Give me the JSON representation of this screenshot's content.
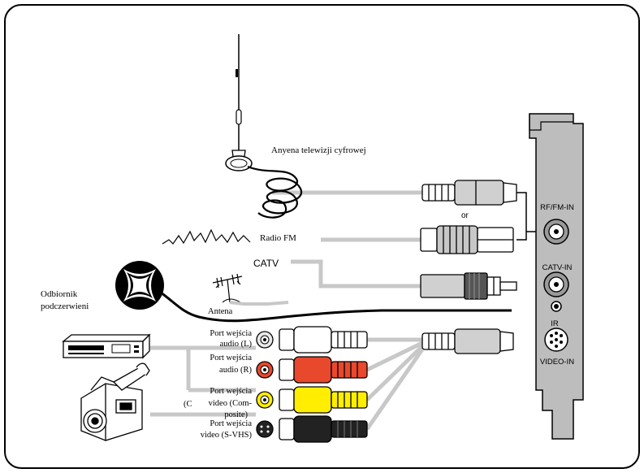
{
  "labels": {
    "digital_antenna": "Anyena telewizji cyfrowej",
    "or": "or",
    "radio_fm": "Radio FM",
    "catv": "CATV",
    "ir_receiver_line1": "Odbiornik",
    "ir_receiver_line2": "podczerwieni",
    "antenna": "Antena",
    "audio_l_line1": "Port wejścia",
    "audio_l_line2": "audio (L)",
    "audio_r_line1": "Port wejścia",
    "audio_r_line2": "audio (R)",
    "composite_line1": "Port wejścia",
    "composite_line2": "video (Com-",
    "composite_line3": "posite)",
    "svhs_line1": "Port wejścia",
    "svhs_line2": "video (S-VHS)",
    "cut_partial": "(C"
  },
  "ports": {
    "rf_fm_in": "RF/FM-IN",
    "catv_in": "CATV-IN",
    "ir": "IR",
    "video_in": "VIDEO-IN"
  },
  "colors": {
    "cable_gray": "#c8c8c8",
    "rca_white": "#ffffff",
    "rca_red": "#e8482c",
    "rca_yellow": "#ffee00",
    "rca_black": "#222222",
    "card_fill": "#bdbdbd"
  }
}
